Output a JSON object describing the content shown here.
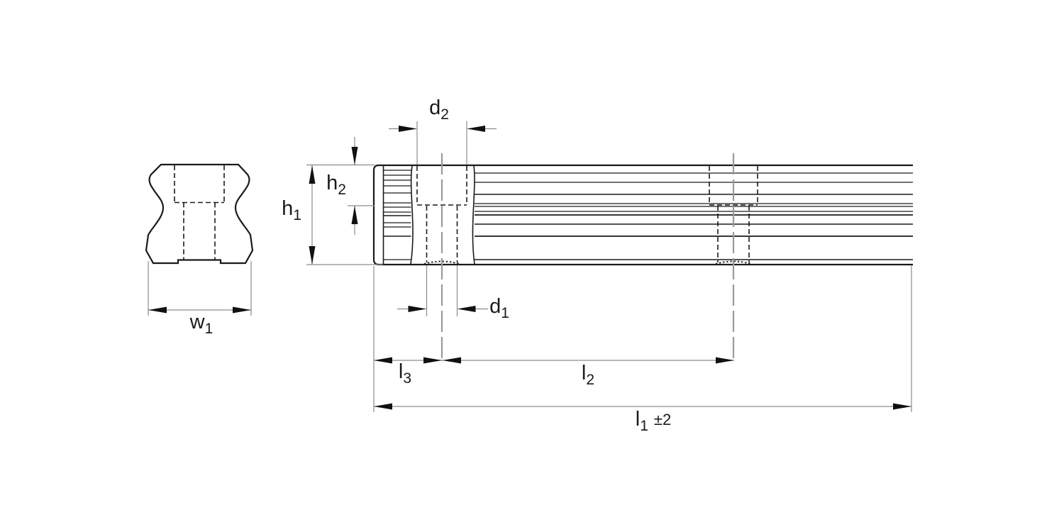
{
  "drawing": {
    "description": "Linear guide rail technical drawing with cross-section and side view",
    "views": [
      "cross-section",
      "side-view"
    ]
  },
  "labels": {
    "w1": {
      "base": "w",
      "sub": "1"
    },
    "h1": {
      "base": "h",
      "sub": "1"
    },
    "h2": {
      "base": "h",
      "sub": "2"
    },
    "d1": {
      "base": "d",
      "sub": "1"
    },
    "d2": {
      "base": "d",
      "sub": "2"
    },
    "l1": {
      "base": "l",
      "sub": "1",
      "tolerance": "±2"
    },
    "l2": {
      "base": "l",
      "sub": "2"
    },
    "l3": {
      "base": "l",
      "sub": "3"
    }
  },
  "colors": {
    "background": "#ffffff",
    "outline": "#1a1a1a",
    "dimension_line": "#8c8c8c",
    "centerline": "#9a9a9a",
    "arrow": "#111111"
  }
}
